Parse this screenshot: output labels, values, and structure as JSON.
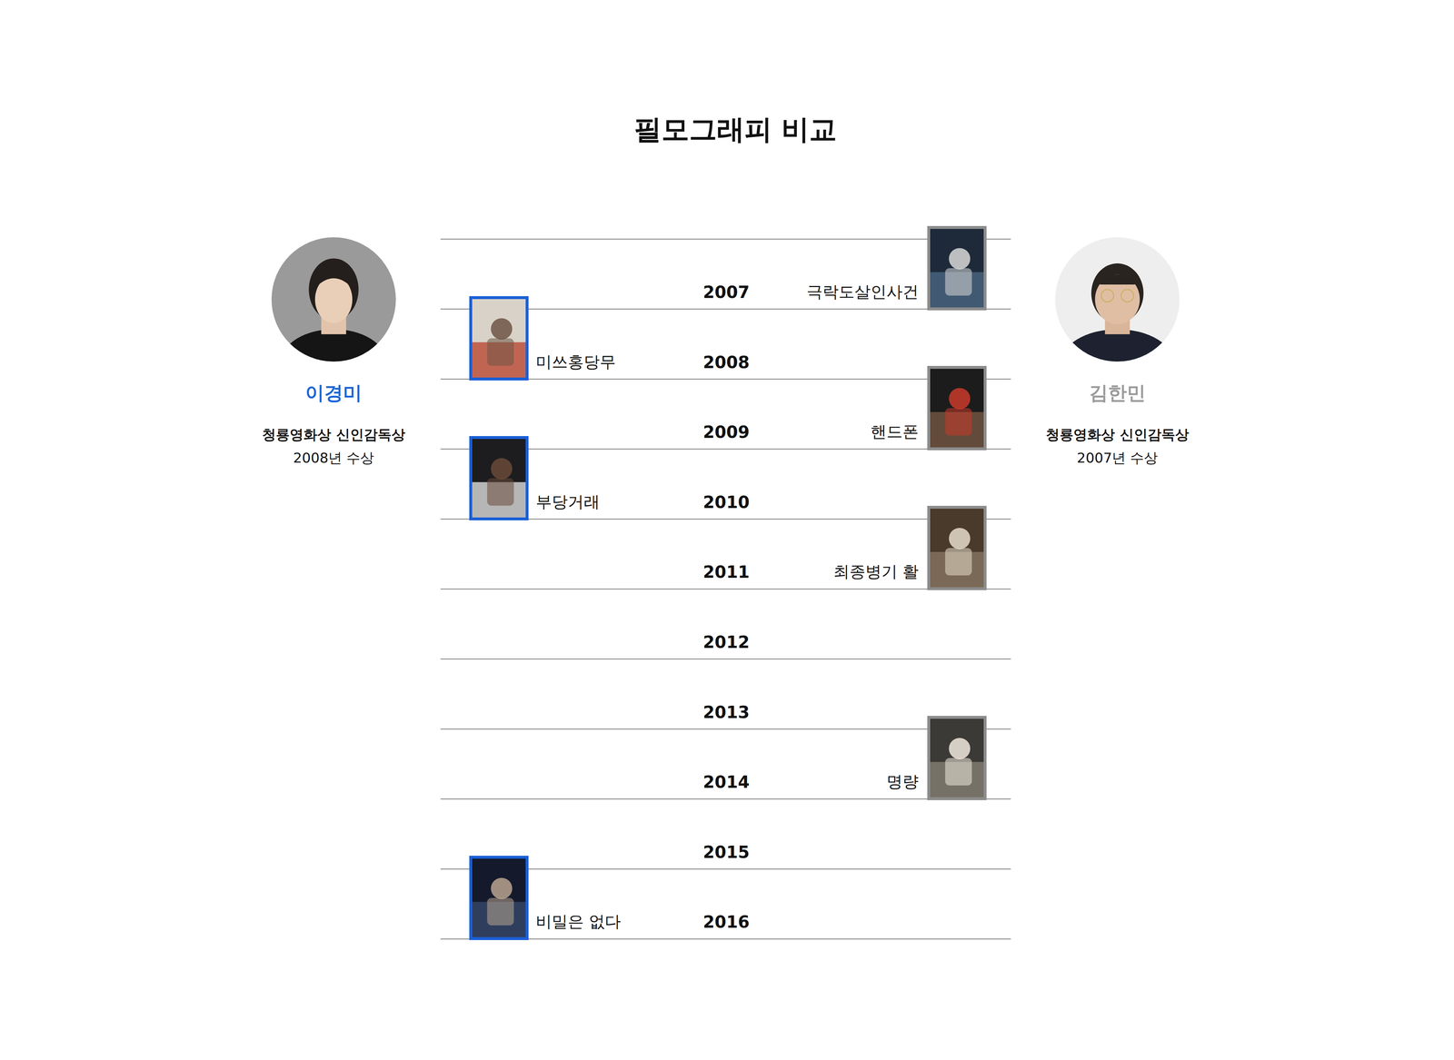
{
  "diagram": {
    "title": "필모그래피 비교",
    "nodes": [
      {
        "text": [
          "이경미",
          "청룡영화상 신인감독상",
          "2008년 수상"
        ]
      },
      {
        "text": [
          "미쓰홍당무"
        ]
      },
      {
        "text": [
          "부당거래"
        ]
      },
      {
        "text": [
          "비밀은 없다"
        ]
      },
      {
        "text": [
          "김한민",
          "청룡영화상 신인감독상",
          "2007년 수상"
        ]
      },
      {
        "text": [
          "극락도살인사건"
        ]
      },
      {
        "text": [
          "핸드폰"
        ]
      },
      {
        "text": [
          "최종병기 활"
        ]
      },
      {
        "text": [
          "명량"
        ]
      }
    ],
    "labels": [
      "2007",
      "2008",
      "2009",
      "2010",
      "2011",
      "2012",
      "2013",
      "2014",
      "2015",
      "2016"
    ]
  }
}
